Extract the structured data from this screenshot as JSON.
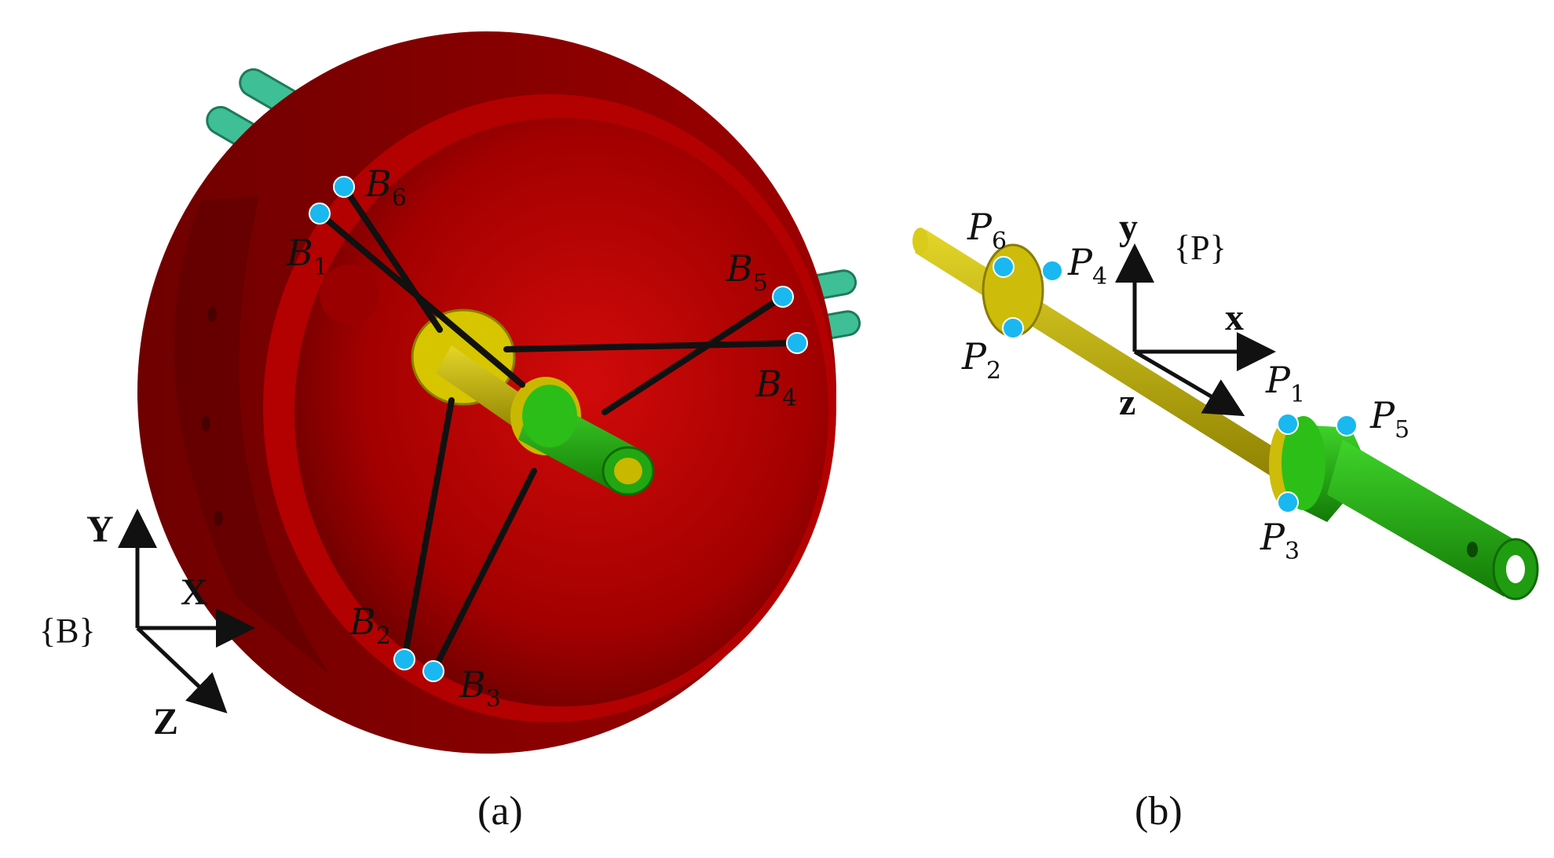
{
  "captions": {
    "a": "(a)",
    "b": "(b)"
  },
  "frame_b": {
    "label": "{B}",
    "axes": {
      "x": "X",
      "y": "Y",
      "z": "Z"
    }
  },
  "frame_p": {
    "label": "{P}",
    "axes": {
      "x": "x",
      "y": "y",
      "z": "z"
    }
  },
  "base_points": [
    {
      "letter": "B",
      "index": "1"
    },
    {
      "letter": "B",
      "index": "2"
    },
    {
      "letter": "B",
      "index": "3"
    },
    {
      "letter": "B",
      "index": "4"
    },
    {
      "letter": "B",
      "index": "5"
    },
    {
      "letter": "B",
      "index": "6"
    }
  ],
  "platform_points": [
    {
      "letter": "P",
      "index": "1"
    },
    {
      "letter": "P",
      "index": "2"
    },
    {
      "letter": "P",
      "index": "3"
    },
    {
      "letter": "P",
      "index": "4"
    },
    {
      "letter": "P",
      "index": "5"
    },
    {
      "letter": "P",
      "index": "6"
    }
  ],
  "colors": {
    "base_red": "#c40000",
    "base_dark": "#7a0000",
    "shaft_yellow": "#c9b800",
    "green_part": "#1fa80f",
    "teal_guides": "#3fbf95",
    "attachment_point": "#19b8f0",
    "cable": "#111111"
  }
}
